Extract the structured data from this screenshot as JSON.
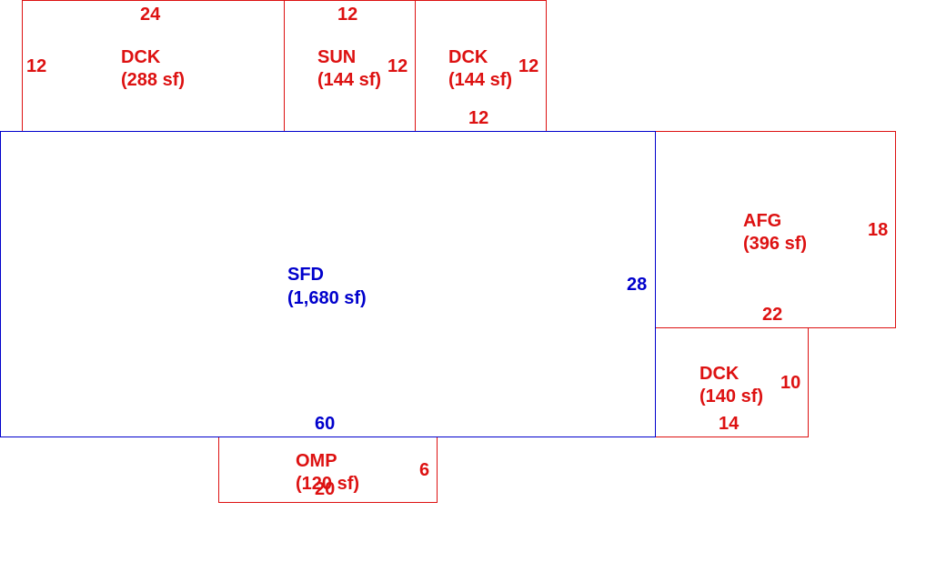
{
  "colors": {
    "main_structure": "#0000cc",
    "additions": "#dd1111",
    "background": "#ffffff"
  },
  "areas": {
    "dck_top_left": {
      "code": "DCK",
      "area": "(288 sf)",
      "dims": {
        "top": "24",
        "left": "12"
      }
    },
    "sun_top": {
      "code": "SUN",
      "area": "(144 sf)",
      "dims": {
        "top": "12",
        "right": "12"
      }
    },
    "dck_top_right": {
      "code": "DCK",
      "area": "(144 sf)",
      "dims": {
        "right": "12",
        "bottom": "12"
      }
    },
    "sfd": {
      "code": "SFD",
      "area": "(1,680 sf)",
      "dims": {
        "right": "28",
        "bottom": "60"
      }
    },
    "afg": {
      "code": "AFG",
      "area": "(396 sf)",
      "dims": {
        "right": "18",
        "bottom": "22"
      }
    },
    "dck_right": {
      "code": "DCK",
      "area": "(140 sf)",
      "dims": {
        "right": "10",
        "bottom": "14"
      }
    },
    "omp": {
      "code": "OMP",
      "area": "(120 sf)",
      "dims": {
        "right": "6",
        "bottom": "20"
      }
    }
  }
}
